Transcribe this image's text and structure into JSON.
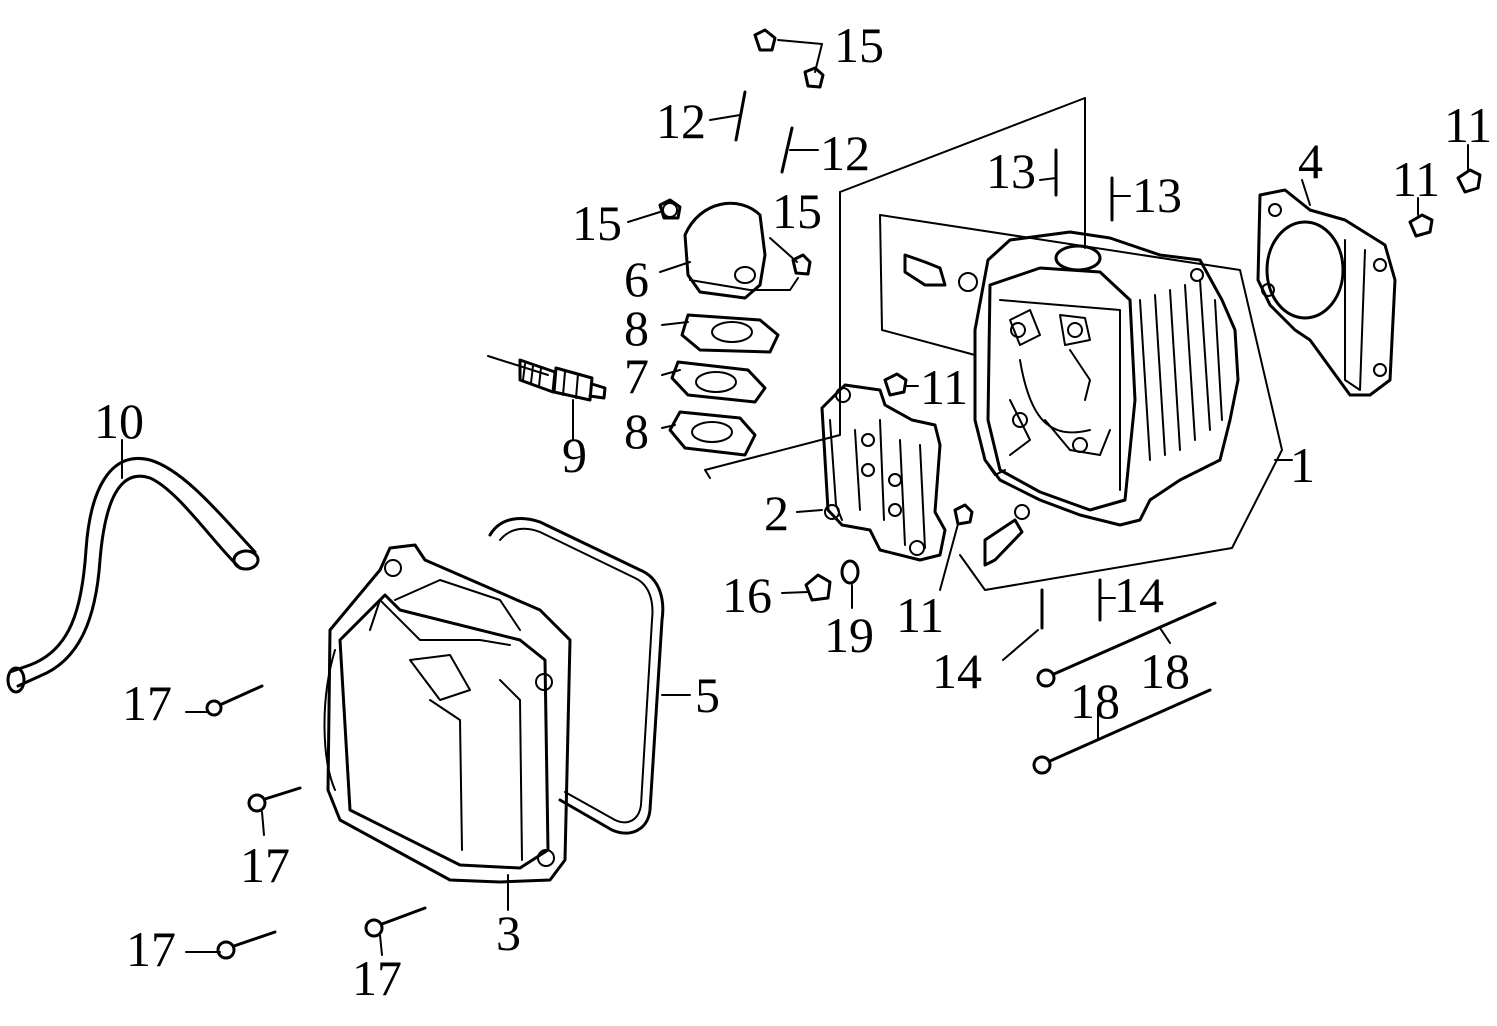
{
  "callouts": {
    "c1": "1",
    "c2": "2",
    "c3": "3",
    "c4": "4",
    "c5": "5",
    "c6": "6",
    "c7": "7",
    "c8a": "8",
    "c8b": "8",
    "c9": "9",
    "c10": "10",
    "c11a": "11",
    "c11b": "11",
    "c11c": "11",
    "c11d": "11",
    "c12a": "12",
    "c12b": "12",
    "c13a": "13",
    "c13b": "13",
    "c14a": "14",
    "c14b": "14",
    "c15a": "15",
    "c15b": "15",
    "c15c": "15",
    "c16": "16",
    "c17a": "17",
    "c17b": "17",
    "c17c": "17",
    "c17d": "17",
    "c18a": "18",
    "c18b": "18",
    "c19": "19"
  }
}
